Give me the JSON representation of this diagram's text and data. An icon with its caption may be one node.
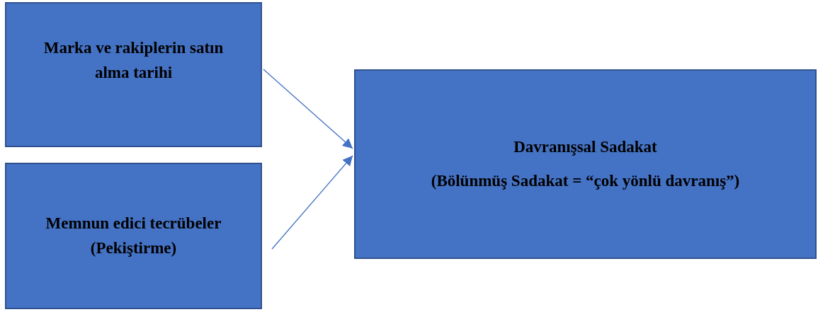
{
  "diagram": {
    "nodes": [
      {
        "text": [
          "Marka ve rakiplerin satın alma tarihi"
        ]
      },
      {
        "text": [
          "Memnun edici tecrübeler (Pekiştirme)"
        ]
      },
      {
        "text": [
          "Davranışsal Sadakat",
          "(Bölünmüş Sadakat = “çok yönlü davranış”)"
        ]
      }
    ],
    "edges": [
      {
        "from": 0,
        "to": 2,
        "arrow": "to"
      },
      {
        "from": 1,
        "to": 2,
        "arrow": "to"
      }
    ]
  }
}
